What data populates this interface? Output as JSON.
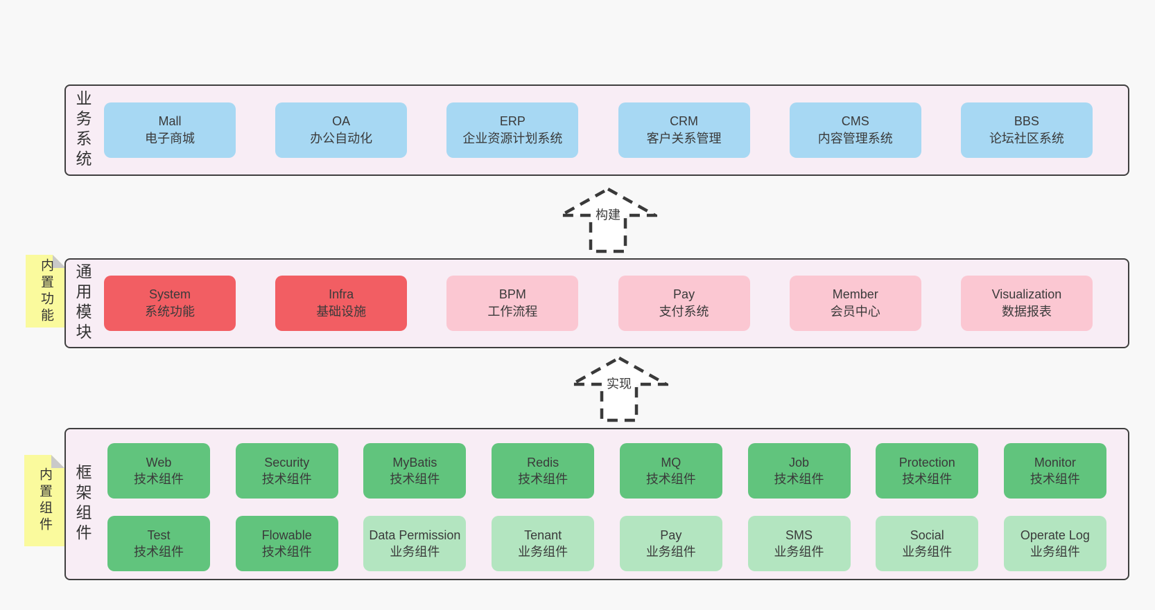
{
  "colors": {
    "page_bg": "#f8f8f8",
    "container_bg": "#f8edf5",
    "container_border": "#3f3f3f",
    "blue_box": "#a7d8f3",
    "red_box": "#f25e63",
    "pink_box": "#fbc7d2",
    "green_box": "#61c47d",
    "light_green_box": "#b3e5c0",
    "sticky_bg": "#fafa9d",
    "sticky_fold": "#c9c9c9",
    "text": "#3a3a3a"
  },
  "arrows": {
    "build": {
      "label": "构建"
    },
    "implement": {
      "label": "实现"
    }
  },
  "sections": {
    "business": {
      "label": "业务系统",
      "boxes": [
        {
          "name": "Mall",
          "desc": "电子商城"
        },
        {
          "name": "OA",
          "desc": "办公自动化"
        },
        {
          "name": "ERP",
          "desc": "企业资源计划系统"
        },
        {
          "name": "CRM",
          "desc": "客户关系管理"
        },
        {
          "name": "CMS",
          "desc": "内容管理系统"
        },
        {
          "name": "BBS",
          "desc": "论坛社区系统"
        }
      ]
    },
    "modules": {
      "label": "通用模块",
      "sticky": "内置功能",
      "boxes": [
        {
          "name": "System",
          "desc": "系统功能"
        },
        {
          "name": "Infra",
          "desc": "基础设施"
        },
        {
          "name": "BPM",
          "desc": "工作流程"
        },
        {
          "name": "Pay",
          "desc": "支付系统"
        },
        {
          "name": "Member",
          "desc": "会员中心"
        },
        {
          "name": "Visualization",
          "desc": "数据报表"
        }
      ]
    },
    "framework": {
      "label": "框架组件",
      "sticky": "内置组件",
      "rows": [
        [
          {
            "name": "Web",
            "desc": "技术组件"
          },
          {
            "name": "Security",
            "desc": "技术组件"
          },
          {
            "name": "MyBatis",
            "desc": "技术组件"
          },
          {
            "name": "Redis",
            "desc": "技术组件"
          },
          {
            "name": "MQ",
            "desc": "技术组件"
          },
          {
            "name": "Job",
            "desc": "技术组件"
          },
          {
            "name": "Protection",
            "desc": "技术组件"
          },
          {
            "name": "Monitor",
            "desc": "技术组件"
          }
        ],
        [
          {
            "name": "Test",
            "desc": "技术组件"
          },
          {
            "name": "Flowable",
            "desc": "技术组件"
          },
          {
            "name": "Data Permission",
            "desc": "业务组件"
          },
          {
            "name": "Tenant",
            "desc": "业务组件"
          },
          {
            "name": "Pay",
            "desc": "业务组件"
          },
          {
            "name": "SMS",
            "desc": "业务组件"
          },
          {
            "name": "Social",
            "desc": "业务组件"
          },
          {
            "name": "Operate Log",
            "desc": "业务组件"
          }
        ]
      ]
    }
  }
}
